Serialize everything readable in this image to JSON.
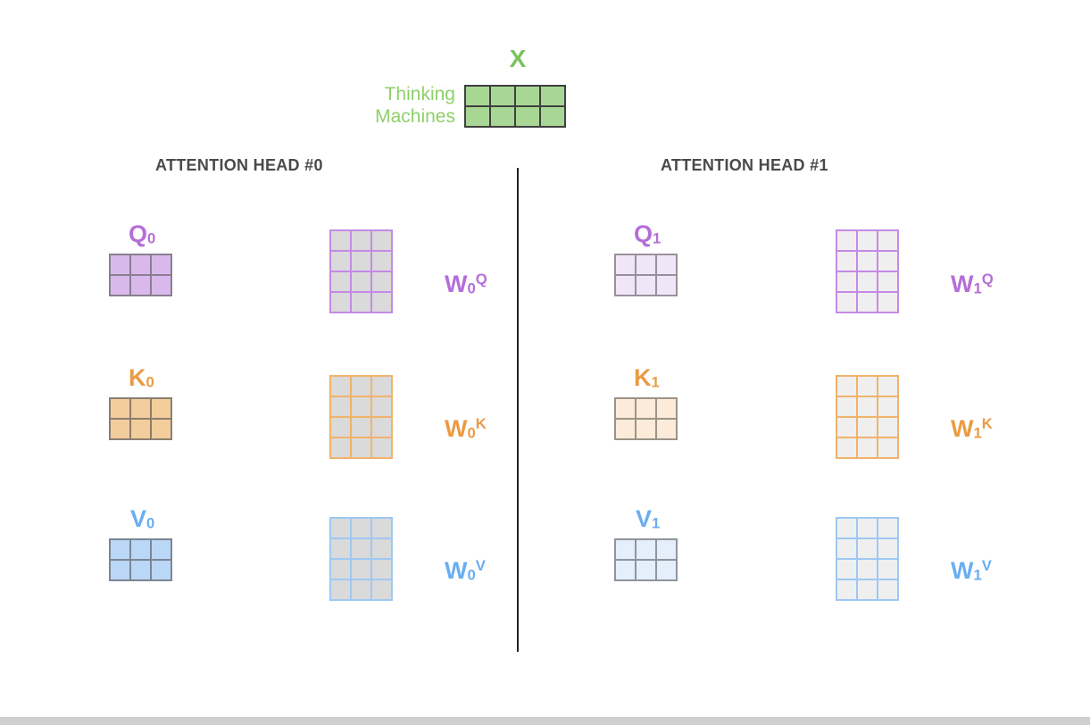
{
  "input": {
    "label": "X",
    "words": [
      "Thinking",
      "Machines"
    ]
  },
  "heads": [
    {
      "title": "ATTENTION HEAD #0",
      "q": {
        "letter": "Q",
        "index": "0"
      },
      "k": {
        "letter": "K",
        "index": "0"
      },
      "v": {
        "letter": "V",
        "index": "0"
      },
      "wq": {
        "letter": "W",
        "index": "0",
        "sup": "Q"
      },
      "wk": {
        "letter": "W",
        "index": "0",
        "sup": "K"
      },
      "wv": {
        "letter": "W",
        "index": "0",
        "sup": "V"
      }
    },
    {
      "title": "ATTENTION HEAD #1",
      "q": {
        "letter": "Q",
        "index": "1"
      },
      "k": {
        "letter": "K",
        "index": "1"
      },
      "v": {
        "letter": "V",
        "index": "1"
      },
      "wq": {
        "letter": "W",
        "index": "1",
        "sup": "Q"
      },
      "wk": {
        "letter": "W",
        "index": "1",
        "sup": "K"
      },
      "wv": {
        "letter": "W",
        "index": "1",
        "sup": "V"
      }
    }
  ],
  "colors": {
    "x_fill": "#a8d795",
    "x_border": "#3f3f3f",
    "q_fill_head0": "#d9b9ec",
    "q_fill_head1": "#f1e6f8",
    "k_fill_head0": "#f4cd9c",
    "k_fill_head1": "#fcebd8",
    "v_fill_head0": "#bad7f8",
    "v_fill_head1": "#e4effb",
    "w_fill_head0": "#dadada",
    "w_fill_head1": "#efefef",
    "purple": "#c48ae6",
    "orange": "#f0b36b",
    "blue": "#9ec8f4"
  }
}
